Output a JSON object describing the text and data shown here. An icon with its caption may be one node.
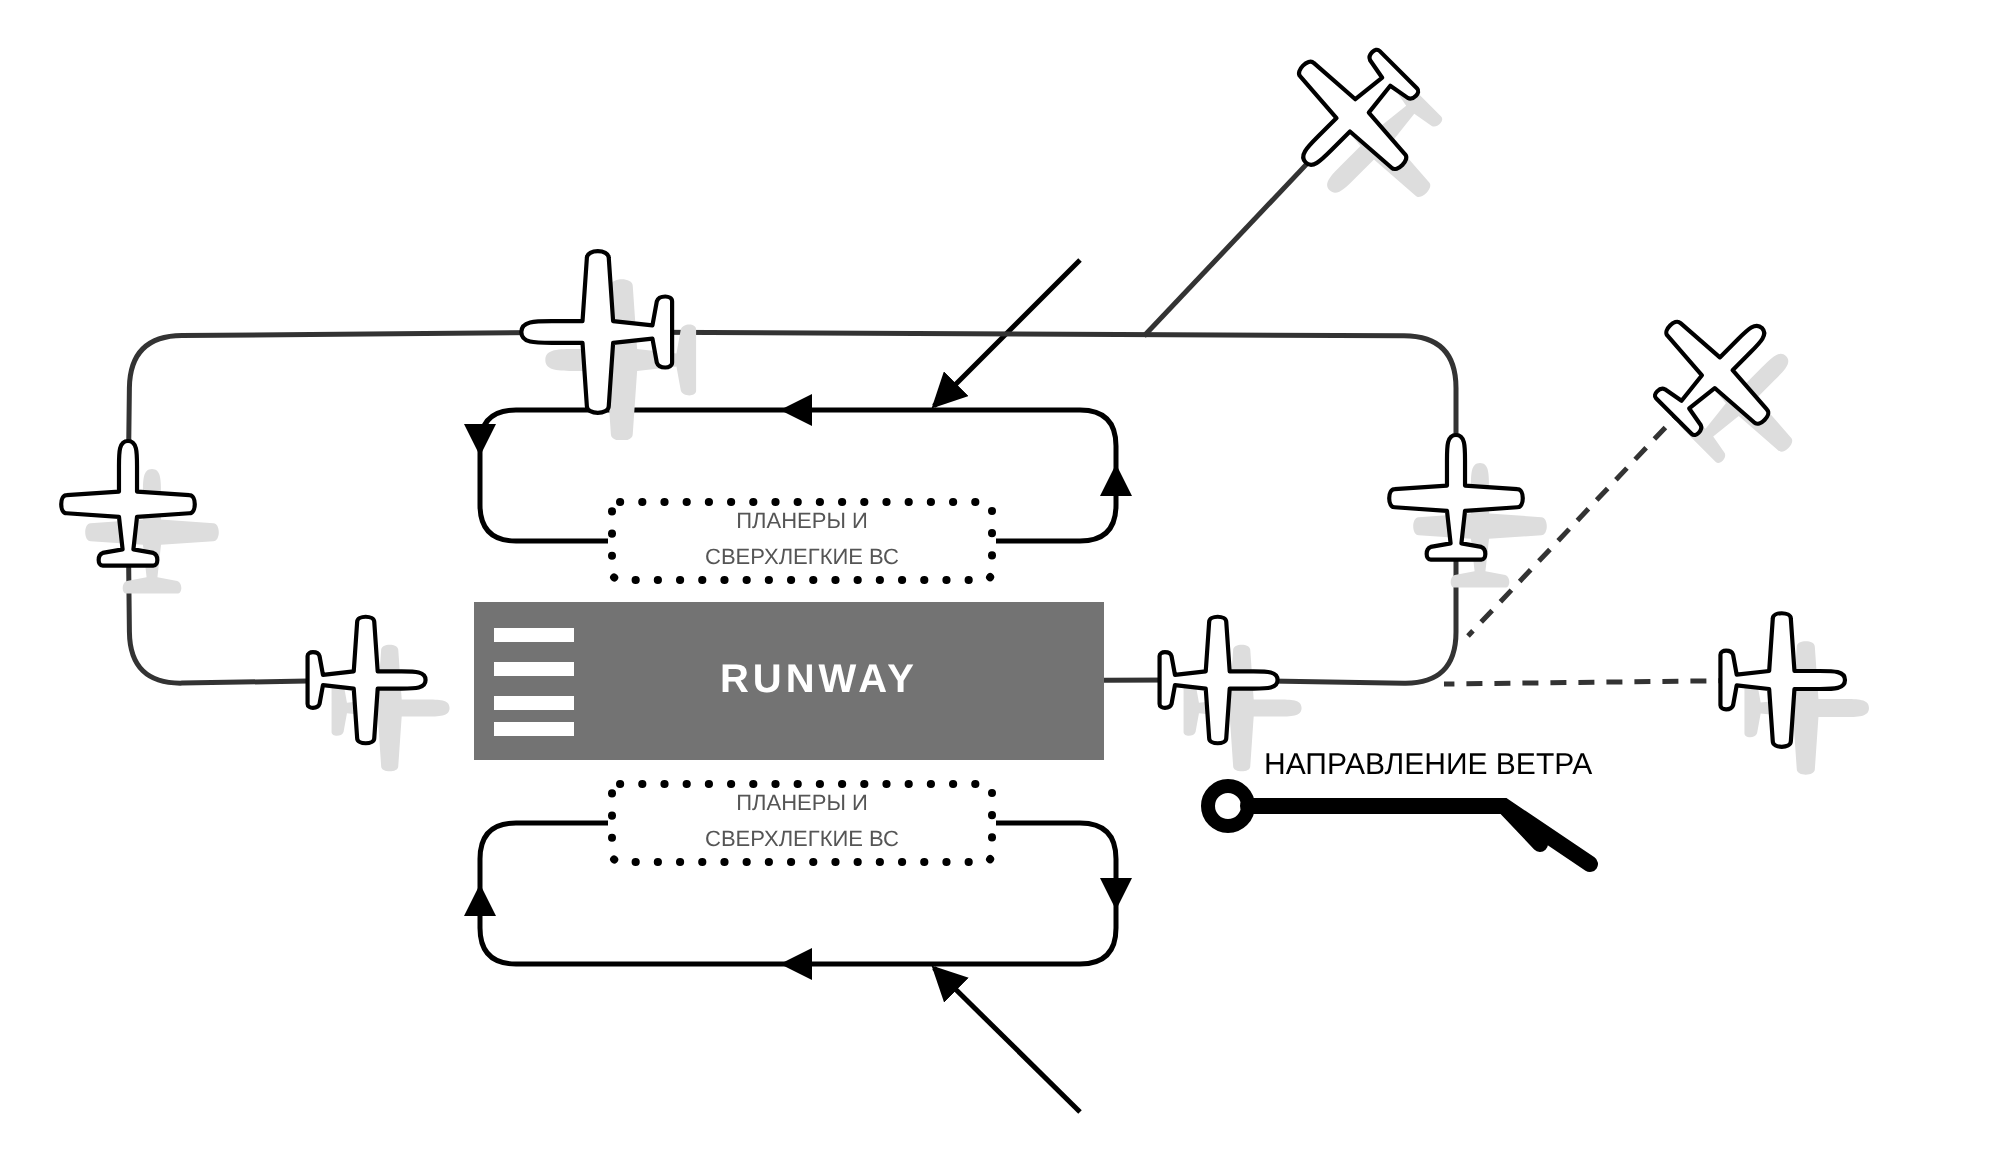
{
  "diagram": {
    "nodes": [
      {
        "text": [
          "RUNWAY"
        ]
      },
      {
        "text": [
          "ПЛАНЕРЫ И СВЕРХЛЕГКИЕ ВС"
        ]
      },
      {
        "text": [
          "ПЛАНЕРЫ И СВЕРХЛЕГКИЕ ВС"
        ]
      },
      {
        "text": [],
        "shape": "picture"
      },
      {
        "text": [],
        "shape": "picture"
      },
      {
        "text": [],
        "shape": "picture"
      },
      {
        "text": [],
        "shape": "picture"
      },
      {
        "text": [],
        "shape": "picture"
      },
      {
        "text": [],
        "shape": "picture"
      },
      {
        "text": [],
        "shape": "picture"
      },
      {
        "text": [],
        "shape": "picture"
      }
    ],
    "edges": [
      {
        "from": 0,
        "to": 8,
        "arrow": "none"
      },
      {
        "from": 6,
        "to": null,
        "arrow": "none"
      },
      {
        "from": 9,
        "to": null,
        "arrow": "none",
        "style": "dashed"
      },
      {
        "from": 10,
        "to": null,
        "arrow": "none",
        "style": "dashed"
      },
      {
        "from": 1,
        "to": 1,
        "arrow": "to"
      },
      {
        "from": 2,
        "to": 2,
        "arrow": "to"
      },
      {
        "from": 8,
        "to": 7,
        "arrow": "none"
      },
      {
        "from": 7,
        "to": 3,
        "arrow": "none"
      },
      {
        "from": 3,
        "to": 4,
        "arrow": "none"
      },
      {
        "from": 4,
        "to": 5,
        "arrow": "none"
      }
    ],
    "labels": [
      "НАПРАВЛЕНИЕ ВЕТРА"
    ]
  }
}
